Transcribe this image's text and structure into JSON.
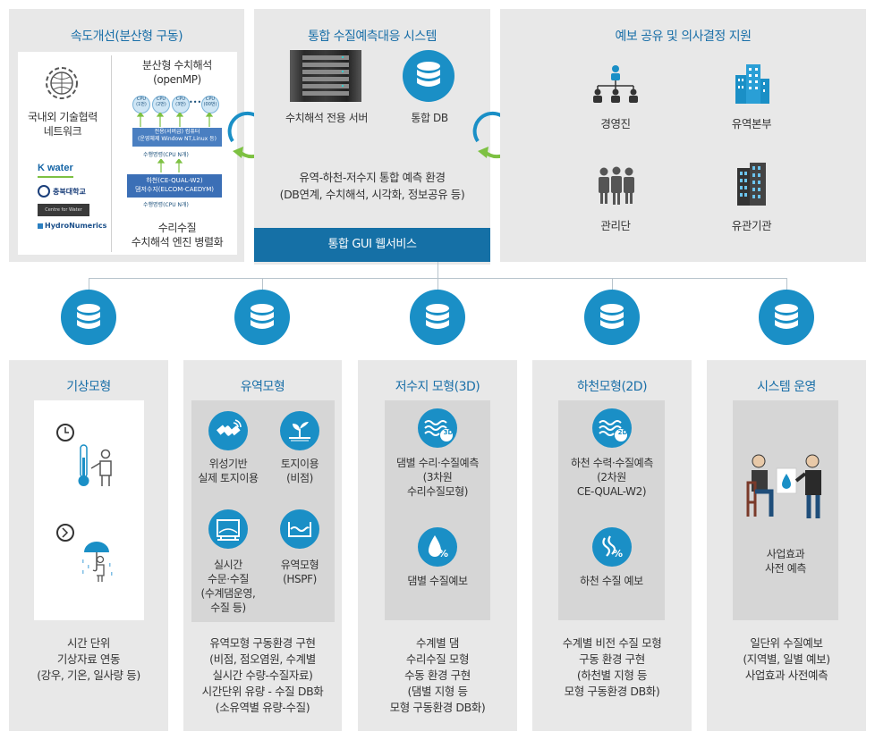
{
  "top": {
    "left": {
      "title": "속도개선(분산형 구동)",
      "cooperation_label": [
        "국내외 기술협력",
        "네트워크"
      ],
      "logos": [
        "K water",
        "충북대학교",
        "Centre for Water Research",
        "HydroNumerics"
      ],
      "parallel_title": [
        "분산형 수치해석",
        "(openMP)"
      ],
      "cpus": [
        [
          "CPU",
          "(1번)"
        ],
        [
          "CPU",
          "(2번)"
        ],
        [
          "CPU",
          "(3번)"
        ],
        [
          "CPU",
          "(00번)"
        ]
      ],
      "cpu_dots": "•••",
      "server_bar": [
        "전용(서버급) 컴퓨터",
        "(운영체제 Window NT,Linux 등)"
      ],
      "cmd_label_1": "수행명령(CPU N개)",
      "model_bar": [
        "하천(CE-QUAL-W2)",
        "댐저수지(ELCOM-CAEDYM)"
      ],
      "cmd_label_2": "수행명령(CPU N개)",
      "engine_label": [
        "수리수질",
        "수치해석 엔진 병렬화"
      ]
    },
    "center": {
      "title": "통합 수질예측대응 시스템",
      "server_label": "수치해석 전용 서버",
      "db_label": "통합 DB",
      "env_text": [
        "유역-하천-저수지 통합 예측 환경",
        "(DB연계, 수치해석, 시각화, 정보공유 등)"
      ],
      "gui_bar": "통합 GUI 웹서비스"
    },
    "right": {
      "title": "예보 공유 및 의사결정 지원",
      "items": [
        "경영진",
        "유역본부",
        "관리단",
        "유관기관"
      ]
    }
  },
  "bottom": [
    {
      "title": "기상모형",
      "desc": [
        "시간 단위",
        "기상자료 연동",
        "(강우, 기온, 일사량 등)"
      ]
    },
    {
      "title": "유역모형",
      "items": [
        [
          "위성기반",
          "실제 토지이용"
        ],
        [
          "토지이용",
          "(비점)"
        ],
        [
          "실시간",
          "수문·수질",
          "(수계댐운영,",
          "수질 등)"
        ],
        [
          "유역모형",
          "(HSPF)"
        ]
      ],
      "desc": [
        "유역모형 구동환경 구현",
        "(비점, 점오염원, 수계별",
        "실시간 수량-수질자료)",
        "시간단위 유량 - 수질 DB화",
        "(소유역별 유량-수질)"
      ]
    },
    {
      "title": "저수지 모형(3D)",
      "badge": "3D",
      "items": [
        [
          "댐별 수리·수질예측",
          "(3차원",
          "수리수질모형)"
        ],
        [
          "댐별 수질예보"
        ]
      ],
      "desc": [
        "수계별 댐",
        "수리수질 모형",
        "수동 환경 구현",
        "(댐별 지형 등",
        "모형 구동환경 DB화)"
      ]
    },
    {
      "title": "하천모형(2D)",
      "badge": "2D",
      "items": [
        [
          "하천 수력·수질예측",
          "(2차원",
          "CE-QUAL-W2)"
        ],
        [
          "하천 수질 예보"
        ]
      ],
      "desc": [
        "수계별 비전 수질 모형",
        "구동 환경 구현",
        "(하천별 지형 등",
        "모형 구동환경 DB화)"
      ]
    },
    {
      "title": "시스템 운영",
      "items": [
        [
          "사업효과",
          "사전 예측"
        ]
      ],
      "desc": [
        "일단위 수질예보",
        "(지역별, 일별 예보)",
        "사업효과 사전예측"
      ]
    }
  ],
  "colors": {
    "accent": "#1a8fc6",
    "title": "#1a6fa8",
    "gui_bar": "#1570a6",
    "panel": "#e8e8e8",
    "arrow_green": "#7dc142"
  }
}
